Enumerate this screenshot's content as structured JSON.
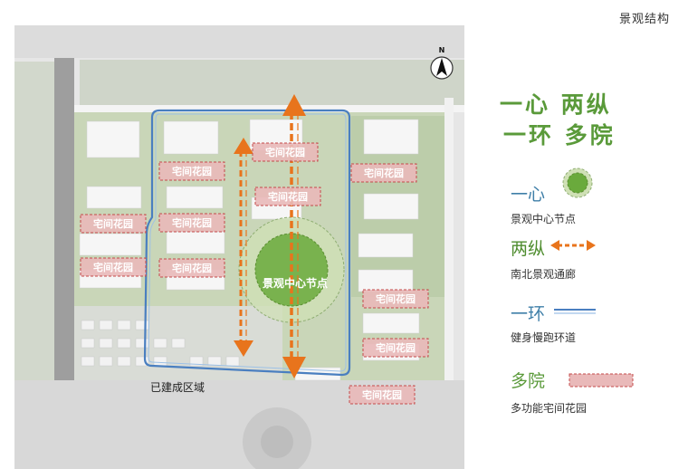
{
  "page": {
    "title": "景观结构"
  },
  "map": {
    "north_label": "N",
    "built_area_label": "已建成区域",
    "center_node_label": "景观中心节点",
    "garden_label": "宅间花园"
  },
  "legend": {
    "slogan_line1": "一心  两纵",
    "slogan_line2": "一环  多院",
    "items": [
      {
        "title": "一心",
        "desc": "景观中心节点"
      },
      {
        "title": "两纵",
        "desc": "南北景观通廊"
      },
      {
        "title": "一环",
        "desc": "健身慢跑环道"
      },
      {
        "title": "多院",
        "desc": "多功能宅间花园"
      }
    ]
  },
  "colors": {
    "accent_green": "#5a9a3a",
    "corridor_orange": "#e8741c",
    "ring_blue": "#4a7fc0",
    "garden_pink": "#e9b9b9",
    "garden_border": "#c44a4a"
  }
}
